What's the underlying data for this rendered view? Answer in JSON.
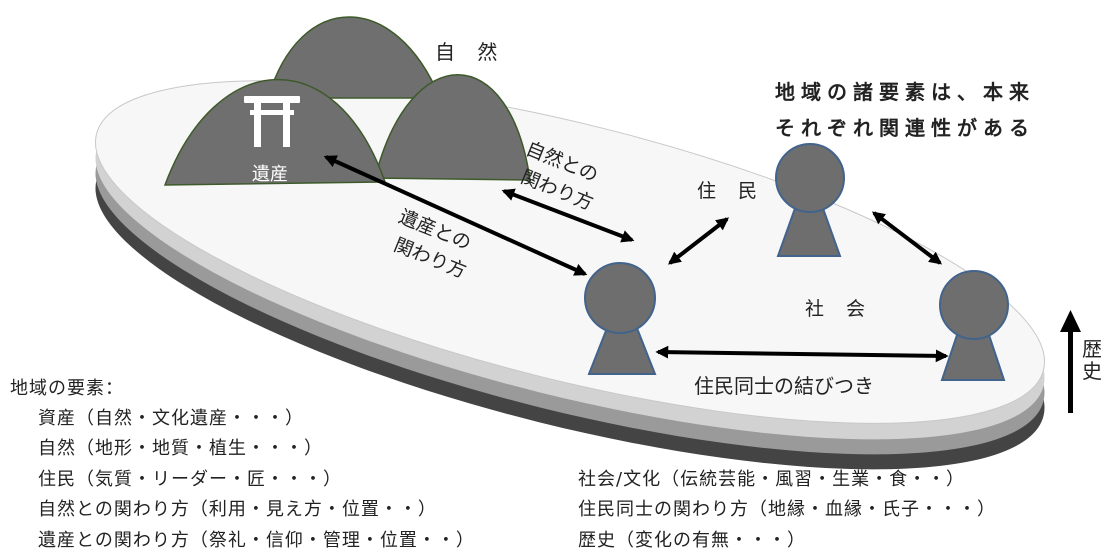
{
  "labels": {
    "nature": "自 然",
    "heritage": "遺産",
    "nature_relation_1": "自然との",
    "nature_relation_2": "関わり方",
    "heritage_relation_1": "遺産との",
    "heritage_relation_2": "関わり方",
    "residents": "住 民",
    "society": "社 会",
    "resident_bonds": "住民同士の結びつき",
    "history": "歴史",
    "claim_line_1": "地域の諸要素は、本来",
    "claim_line_2": "それぞれ関連性がある"
  },
  "legend": {
    "title": "地域の要素：",
    "left_items": [
      "資産（自然・文化遺産・・・）",
      "自然（地形・地質・植生・・・）",
      "住民（気質・リーダー・匠・・・）",
      "自然との関わり方（利用・見え方・位置・・）",
      "遺産との関わり方（祭礼・信仰・管理・位置・・）"
    ],
    "right_items": [
      "社会/文化（伝統芸能・風習・生業・食・・）",
      "住民同士の関わり方（地縁・血縁・氏子・・・）",
      "歴史（変化の有無・・・）"
    ]
  },
  "icons": {
    "shrine": "torii-gate-icon",
    "person": "person-icon",
    "arrow": "double-arrow-icon",
    "history_arrow": "up-arrow-icon"
  },
  "colors": {
    "mountain_fill": "#6f6f6f",
    "mountain_stroke": "#3e5a2a",
    "person_fill": "#6e6e6e",
    "person_stroke": "#41638c",
    "disc_top": "#f7f7f7",
    "layer_light": "#d2d2d2",
    "layer_mid": "#9a9a9a",
    "layer_dark": "#444444",
    "arrow": "#000000"
  }
}
